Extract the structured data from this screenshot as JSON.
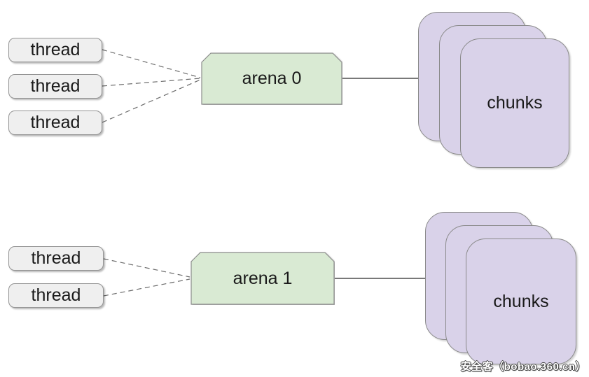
{
  "diagram": {
    "description": "threads to malloc arenas to chunks",
    "groups": [
      {
        "threads": [
          {
            "label": "thread"
          },
          {
            "label": "thread"
          },
          {
            "label": "thread"
          }
        ],
        "arena": {
          "label": "arena 0"
        },
        "chunks": {
          "label": "chunks",
          "stack_count": 3
        }
      },
      {
        "threads": [
          {
            "label": "thread"
          },
          {
            "label": "thread"
          }
        ],
        "arena": {
          "label": "arena 1"
        },
        "chunks": {
          "label": "chunks",
          "stack_count": 3
        }
      }
    ],
    "watermark": {
      "label": "安全客（bobao.360.cn）"
    },
    "colors": {
      "background": "#ffffff",
      "thread_fill": "#efefef",
      "thread_border": "#949494",
      "arena_fill": "#d9ead3",
      "arena_border": "#8c8c8c",
      "chunks_fill": "#d9d2e9",
      "chunks_border": "#8a8a8a",
      "connector_dashed": "#6b6b6b",
      "connector_solid": "#4d4d4d"
    }
  }
}
